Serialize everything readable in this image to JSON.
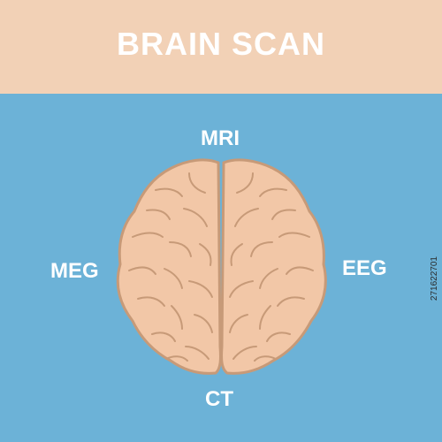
{
  "header": {
    "title": "BRAIN SCAN"
  },
  "labels": {
    "top": "MRI",
    "left": "MEG",
    "right": "EEG",
    "bottom": "CT"
  },
  "credit": {
    "code": "271622701"
  },
  "colors": {
    "background": "#6cb2d7",
    "header": "#f2d1b6",
    "brain_fill": "#f2c7a7",
    "brain_outline": "#c79a78"
  }
}
